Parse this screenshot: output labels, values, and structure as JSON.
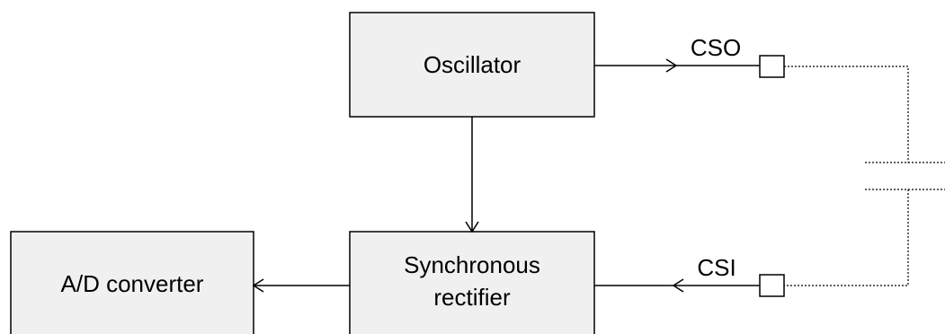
{
  "blocks": {
    "oscillator": "Oscillator",
    "rectifier_line1": "Synchronous",
    "rectifier_line2": "rectifier",
    "adc": "A/D converter"
  },
  "pins": {
    "output": "CSO",
    "input": "CSI"
  }
}
